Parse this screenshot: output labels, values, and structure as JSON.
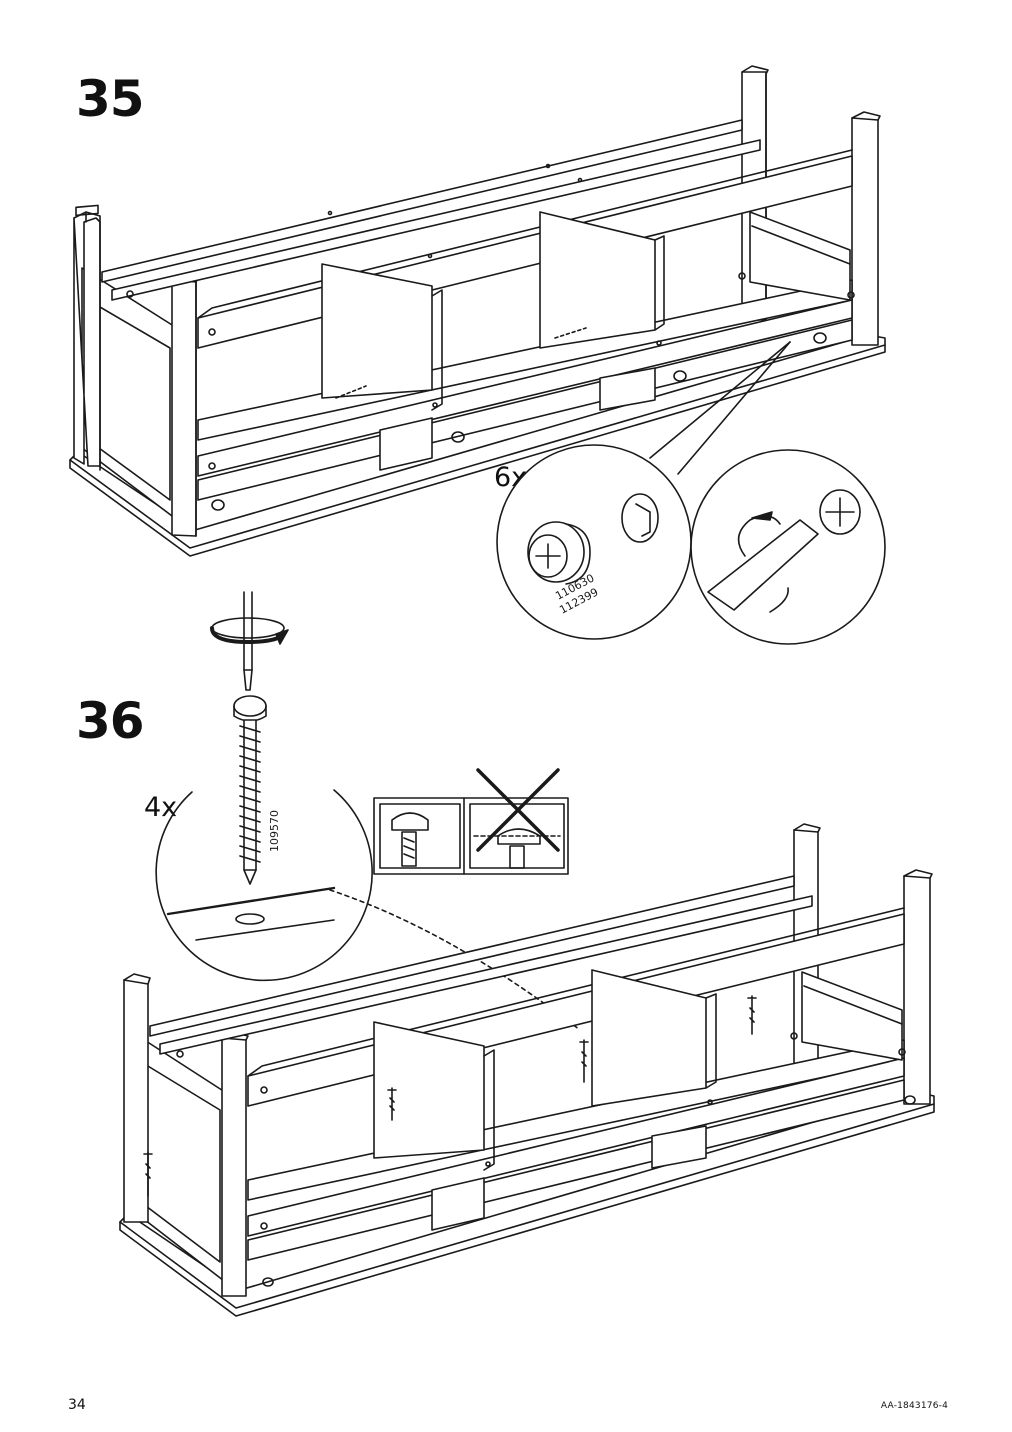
{
  "page": {
    "number": "34",
    "doc_id": "AA-1843176-4"
  },
  "steps": [
    {
      "number": "35",
      "quantity": "6x",
      "part_numbers": [
        "110630",
        "112399"
      ]
    },
    {
      "number": "36",
      "quantity": "4x",
      "part_number": "109570"
    }
  ],
  "icons": [
    "cam-lock-fitting-icon",
    "screwdriver-icon",
    "rotate-clockwise-icon",
    "screw-icon",
    "cross-out-mark-icon"
  ]
}
